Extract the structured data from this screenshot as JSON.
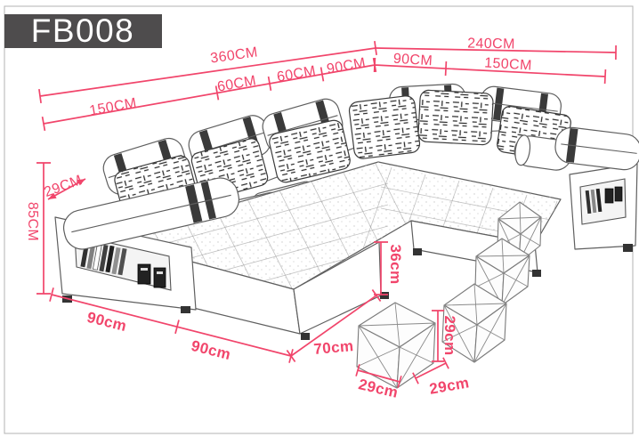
{
  "title": {
    "model": "FB008"
  },
  "palette": {
    "dimension_red": "#f1456b",
    "header_bg": "#4e4c4d",
    "header_text": "#ffffff",
    "border_gray": "#b3b3b3",
    "sketch_gray": "#5f5f5f"
  },
  "dims": {
    "tl": {
      "total": "360CM",
      "seg150": "150CM",
      "seg60a": "60CM",
      "seg60b": "60CM",
      "seg90": "90CM"
    },
    "tr": {
      "total": "240CM",
      "seg90": "90CM",
      "seg150": "150CM"
    },
    "left": {
      "headrest_depth": "29CM",
      "height": "85CM"
    },
    "bottom": {
      "arm_width": "90cm",
      "chaise_width": "90cm",
      "chaise_depth": "70cm"
    },
    "ottoman": {
      "seat_height": "36cm",
      "stool_height_right": "29cm",
      "stool_width": "29cm",
      "stool_depth": "29cm"
    }
  }
}
